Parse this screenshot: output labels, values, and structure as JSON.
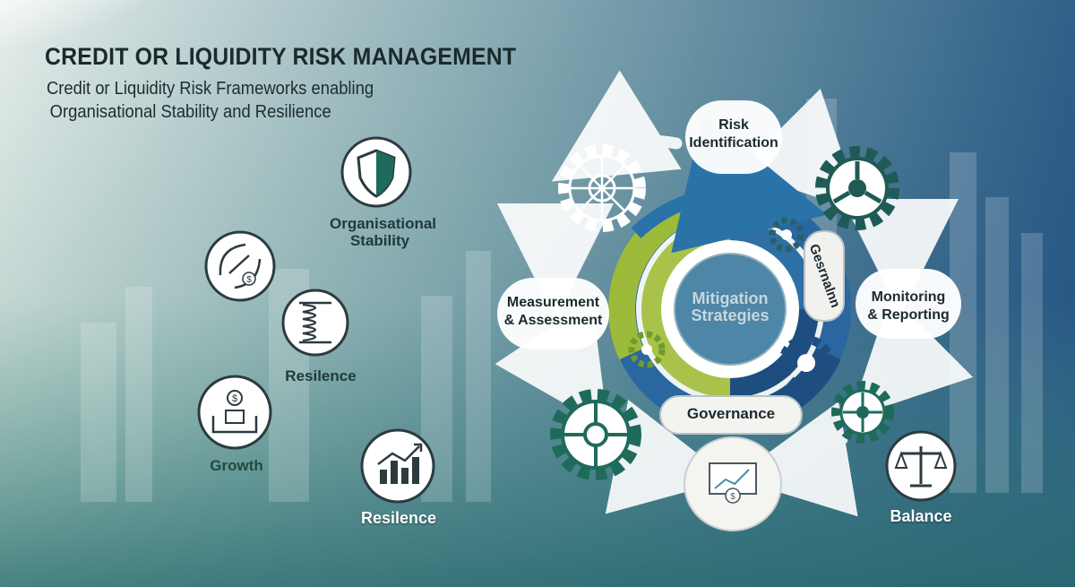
{
  "header": {
    "title": "CREDIT OR LIQUIDITY RISK MANAGEMENT",
    "subtitle_line1": "Credit or Liquidity Risk Frameworks enabling",
    "subtitle_line2": "Organisational Stability and Resilience"
  },
  "left_icons": {
    "organisational_stability": {
      "line1": "Organisational",
      "line2": "Stability",
      "icon": "shield-icon"
    },
    "trend": {
      "icon": "dollar-trend-icon"
    },
    "resilience_spring": {
      "label": "Resilence",
      "icon": "spring-icon"
    },
    "growth": {
      "label": "Growth",
      "icon": "dollar-growth-icon"
    },
    "resilience_chart": {
      "label": "Resilence",
      "icon": "bar-chart-icon"
    }
  },
  "cycle": {
    "top": {
      "line1": "Risk",
      "line2": "Identification"
    },
    "left": {
      "line1": "Measurement",
      "line2": "& Assessment"
    },
    "right": {
      "line1": "Monitoring",
      "line2": "& Reporting"
    },
    "bottom": "Governance",
    "side": "Gesrnalnn",
    "center": {
      "line1": "Mitigation",
      "line2": "Strategies"
    },
    "balance": {
      "label": "Balance",
      "icon": "scales-icon"
    }
  },
  "colors": {
    "accent_green": "#1f6b5b",
    "ring_blue": "#1f5b8a",
    "ring_green": "#9dbb3a",
    "text_dark": "#1c2a2c"
  }
}
